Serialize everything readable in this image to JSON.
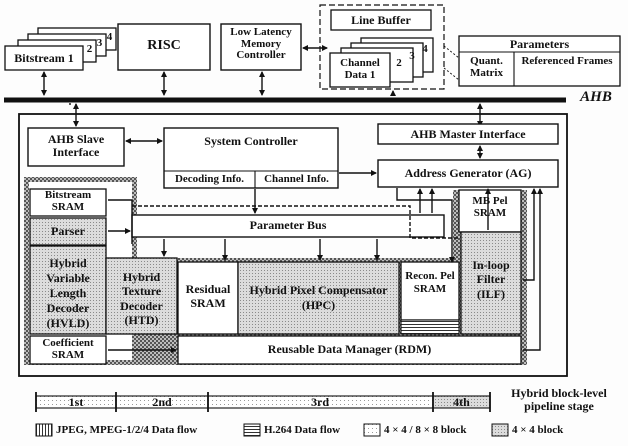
{
  "system": {
    "bitstream": {
      "label": "Bitstream 1",
      "nums": [
        "2",
        "3",
        "4"
      ]
    },
    "risc": "RISC",
    "memory_controller": "Low Latency Memory Controller",
    "line_buffer": "Line Buffer",
    "channel_data": {
      "label": "Channel Data  1",
      "nums": [
        "2",
        "3",
        "4"
      ]
    },
    "parameters": {
      "title": "Parameters",
      "col1": "Quant. Matrix",
      "col2": "Referenced Frames"
    },
    "bus": "AHB"
  },
  "decoder": {
    "ahb_slave": "AHB Slave Interface",
    "system_controller": "System Controller",
    "decoding_info": "Decoding Info.",
    "channel_info": "Channel Info.",
    "ahb_master": "AHB Master Interface",
    "address_generator": "Address Generator (AG)",
    "bitstream_sram": "Bitstream SRAM",
    "parser": "Parser",
    "parameter_bus": "Parameter Bus",
    "mb_pel_sram": "MB Pel SRAM",
    "hvld": "Hybrid Variable Length Decoder (HVLD)",
    "htd": "Hybrid Texture Decoder (HTD)",
    "residual_sram": "Residual SRAM",
    "hpc": "Hybrid Pixel Compensator (HPC)",
    "recon_sram": "Recon. Pel SRAM",
    "ilf": "In-loop Filter (ILF)",
    "coefficient_sram": "Coefficient SRAM",
    "rdm": "Reusable Data Manager (RDM)"
  },
  "pipeline": {
    "stages": [
      "1st",
      "2nd",
      "3rd",
      "4th"
    ],
    "label": "Hybrid block-level pipeline stage"
  },
  "legend": [
    {
      "label": "JPEG, MPEG-1/2/4 Data flow"
    },
    {
      "label": "H.264 Data flow"
    },
    {
      "label": "4 × 4 / 8 × 8 block"
    },
    {
      "label": "4 × 4 block"
    }
  ]
}
